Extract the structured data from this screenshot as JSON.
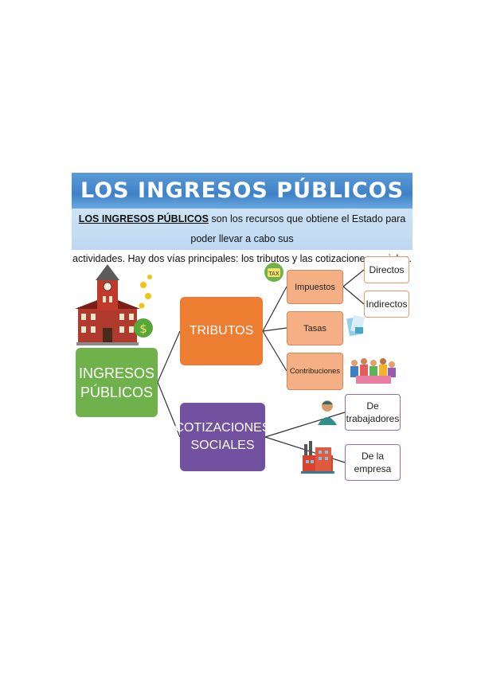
{
  "header": {
    "title": "LOS INGRESOS PÚBLICOS"
  },
  "intro": {
    "term": "LOS INGRESOS PÚBLICOS",
    "line1_rest": " son los recursos que obtiene el Estado para poder llevar a cabo sus",
    "line2": "actividades. Hay dos vías principales: los tributos y las cotizaciones sociales."
  },
  "diagram": {
    "root": {
      "line1": "INGRESOS",
      "line2": "PÚBLICOS"
    },
    "tributos": {
      "label": "TRIBUTOS",
      "children": {
        "impuestos": "Impuestos",
        "tasas": "Tasas",
        "contribuciones": "Contribuciones"
      },
      "impuestos_children": {
        "directos": "Directos",
        "indirectos": "Indirectos"
      }
    },
    "cotizaciones": {
      "line1": "COTIZACIONES",
      "line2": "SOCIALES",
      "children": {
        "trabajadores_line1": "De",
        "trabajadores_line2": "trabajadores",
        "empresa_line1": "De la",
        "empresa_line2": "empresa"
      }
    }
  },
  "icons": {
    "tax_badge_text": "TAX",
    "money_symbol": "$"
  },
  "colors": {
    "title_blue": "#3f82c8",
    "intro_blue": "#bcd8f0",
    "root_green": "#6fb14b",
    "tributos_orange": "#ed7d31",
    "cotizaciones_purple": "#7151a0",
    "sub_orange": "#f4b084"
  }
}
